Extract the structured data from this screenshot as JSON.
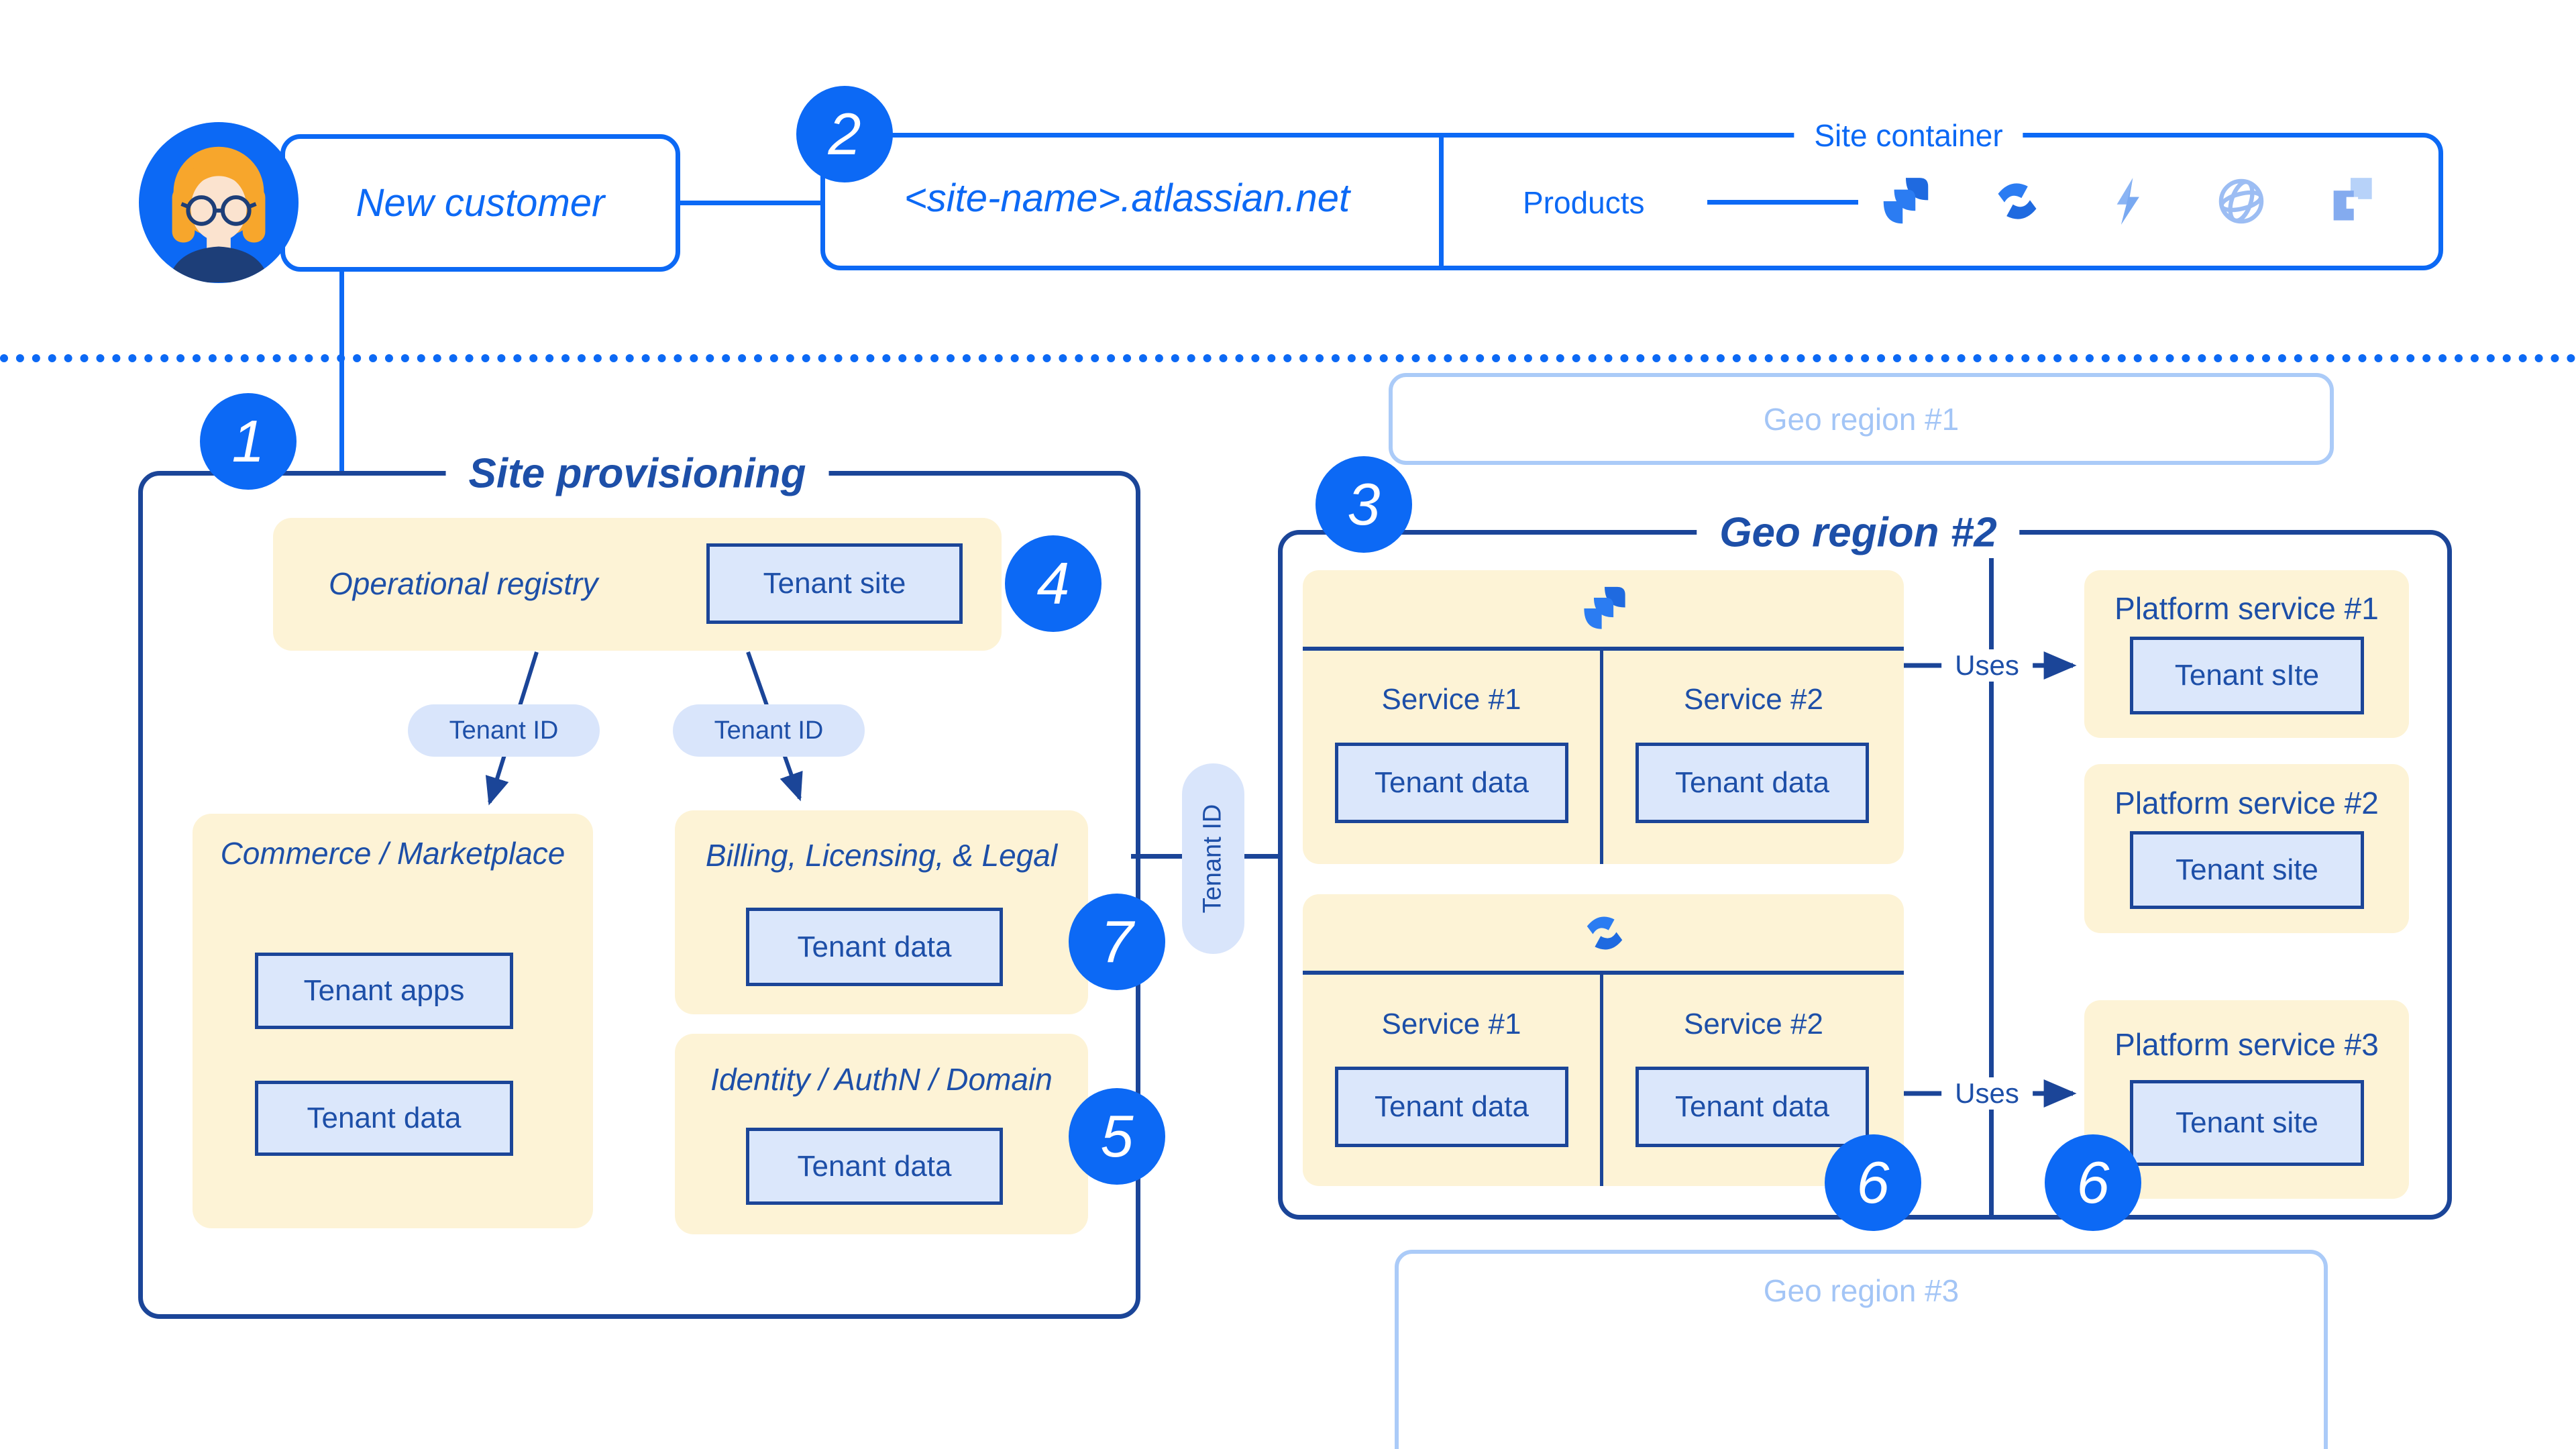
{
  "colors": {
    "accent": "#0c69f5",
    "navy": "#1b4598",
    "navy_text": "#1d4fa8",
    "cream": "#fdf3d6",
    "light_blue_fill": "#dbe7fb",
    "faded_blue": "#abcbf8",
    "faded_text": "#a3c5f6",
    "white": "#ffffff"
  },
  "header": {
    "customer": "New customer",
    "site_name": "<site-name>.atlassian.net",
    "site_container": "Site container",
    "products": "Products",
    "product_icons": [
      "jira-icon",
      "confluence-icon",
      "lightning-icon",
      "globe-icon",
      "squares-icon"
    ]
  },
  "badges": {
    "b1": "1",
    "b2": "2",
    "b3": "3",
    "b4": "4",
    "b5": "5",
    "b6a": "6",
    "b6b": "6",
    "b7": "7"
  },
  "site_provisioning": {
    "title": "Site provisioning",
    "operational_registry": {
      "title": "Operational registry",
      "tenant_site": "Tenant site"
    },
    "tenant_id_left": "Tenant ID",
    "tenant_id_right": "Tenant ID",
    "commerce": {
      "title": "Commerce / Marketplace",
      "tenant_apps": "Tenant apps",
      "tenant_data": "Tenant data"
    },
    "billing": {
      "title": "Billing, Licensing, & Legal",
      "tenant_data": "Tenant data"
    },
    "identity": {
      "title": "Identity / AuthN / Domain",
      "tenant_data": "Tenant data"
    }
  },
  "connector": {
    "tenant_id": "Tenant ID"
  },
  "geo_region_1": {
    "title": "Geo region #1"
  },
  "geo_region_2": {
    "title": "Geo region #2",
    "jira_group": {
      "service1": "Service #1",
      "service2": "Service #2",
      "tenant_data1": "Tenant data",
      "tenant_data2": "Tenant data"
    },
    "confluence_group": {
      "service1": "Service #1",
      "service2": "Service #2",
      "tenant_data1": "Tenant data",
      "tenant_data2": "Tenant data"
    },
    "uses1": "Uses",
    "uses2": "Uses",
    "platform1": {
      "title": "Platform service #1",
      "box": "Tenant sIte"
    },
    "platform2": {
      "title": "Platform service #2",
      "box": "Tenant site"
    },
    "platform3": {
      "title": "Platform service #3",
      "box": "Tenant site"
    }
  },
  "geo_region_3": {
    "title": "Geo region #3"
  }
}
